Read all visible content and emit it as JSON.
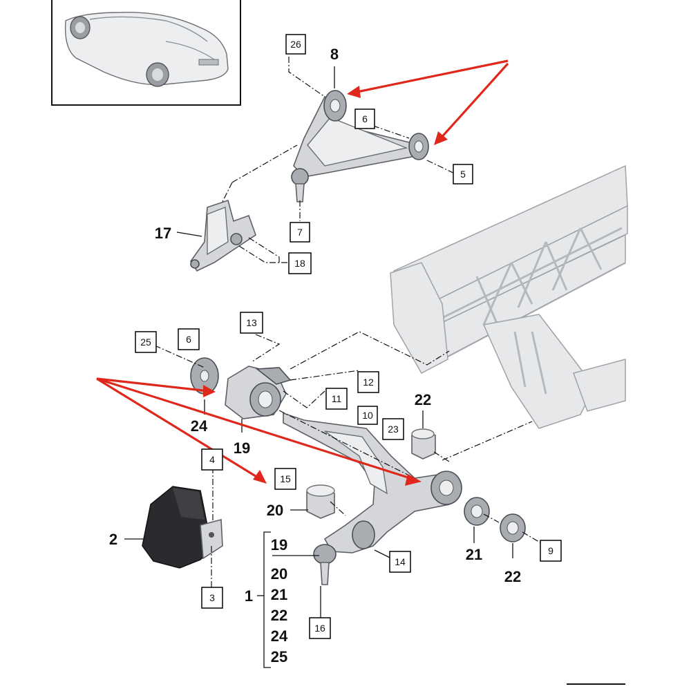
{
  "callouts_boxed": {
    "c26": "26",
    "c6a": "6",
    "c5": "5",
    "c7": "7",
    "c18": "18",
    "c13": "13",
    "c25": "25",
    "c6b": "6",
    "c12": "12",
    "c11": "11",
    "c10": "10",
    "c23": "23",
    "c4": "4",
    "c15": "15",
    "c14": "14",
    "c9": "9",
    "c3": "3",
    "c16": "16"
  },
  "callouts_bold": {
    "b8": "8",
    "b17": "17",
    "b24": "24",
    "b19": "19",
    "b22a": "22",
    "b20": "20",
    "b2": "2",
    "b21": "21",
    "b22b": "22",
    "b1": "1"
  },
  "kit_list": {
    "group_label": "1",
    "items": [
      "19",
      "20",
      "21",
      "22",
      "24",
      "25"
    ]
  },
  "colors": {
    "arrow": "#e0271b",
    "part": "#d4d6d9",
    "frame": "#b5b8bc"
  }
}
